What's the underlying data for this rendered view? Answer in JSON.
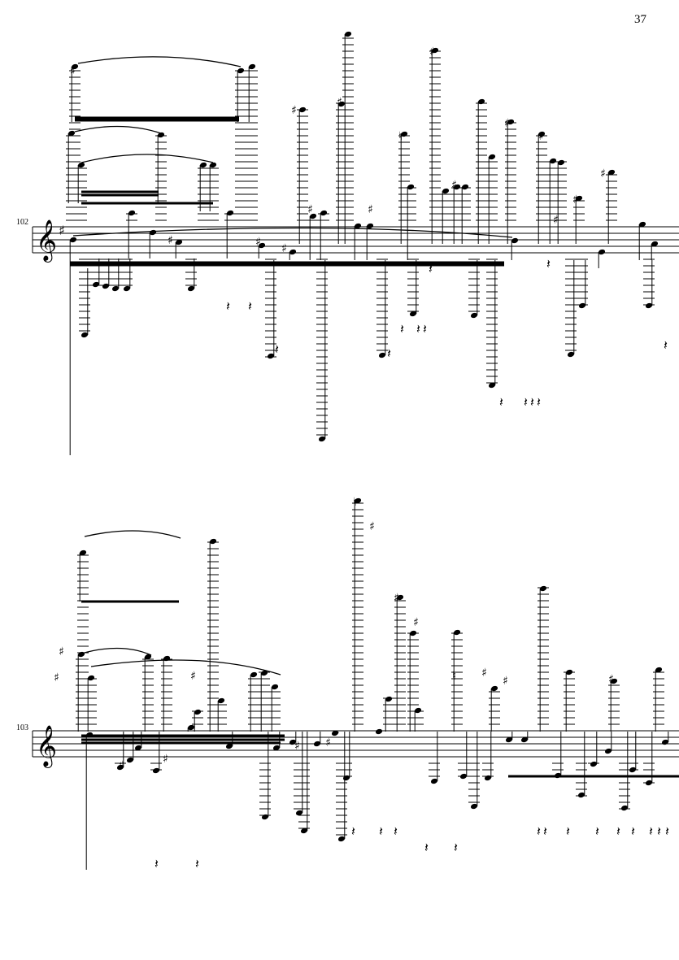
{
  "page": {
    "number": "37"
  },
  "systems": [
    {
      "measure_number": "102"
    },
    {
      "measure_number": "103"
    }
  ],
  "glyphs": {
    "treble_clef": "𝄞",
    "sharp": "♯",
    "natural": "♮",
    "rest": "𝄽"
  }
}
